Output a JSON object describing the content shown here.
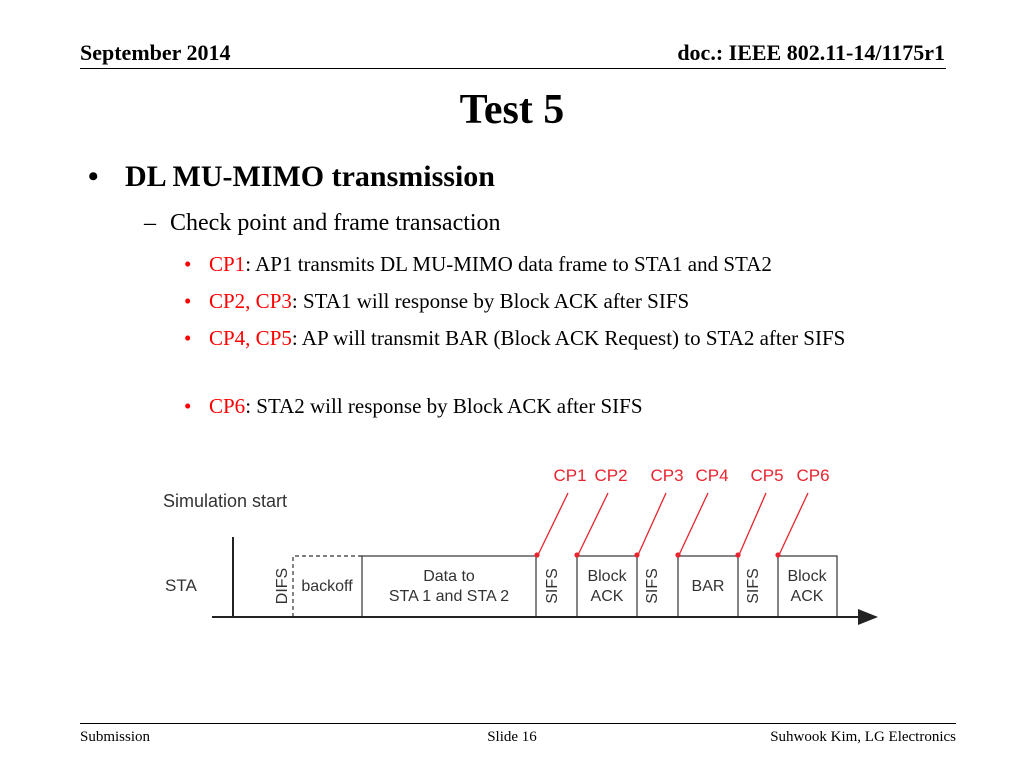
{
  "header": {
    "date": "September 2014",
    "doc": "doc.: IEEE 802.11-14/1175r1"
  },
  "title": "Test 5",
  "bullet": "DL MU-MIMO transmission",
  "sub_bullet": "Check point and frame transaction",
  "items": [
    {
      "cp": "CP1",
      "text": ": AP1 transmits DL MU-MIMO data frame to STA1 and STA2"
    },
    {
      "cp": "CP2, CP3",
      "text": ": STA1 will response by Block ACK after SIFS"
    },
    {
      "cp": "CP4, CP5",
      "text": ": AP will transmit BAR (Block ACK Request) to STA2 after SIFS"
    },
    {
      "cp": "CP6",
      "text": ": STA2 will response by Block ACK after SIFS"
    }
  ],
  "diagram": {
    "sim_start": "Simulation start",
    "station": "STA",
    "difs": "DIFS",
    "backoff": "backoff",
    "data_line1": "Data to",
    "data_line2": "STA 1 and STA 2",
    "sifs": "SIFS",
    "block_line1": "Block",
    "block_line2": "ACK",
    "bar": "BAR",
    "checkpoints": [
      "CP1",
      "CP2",
      "CP3",
      "CP4",
      "CP5",
      "CP6"
    ]
  },
  "footer": {
    "left": "Submission",
    "center": "Slide 16",
    "right": "Suhwook Kim, LG Electronics"
  },
  "colors": {
    "accent": "#ff0000",
    "text": "#000000",
    "diagram_text": "#333333"
  }
}
